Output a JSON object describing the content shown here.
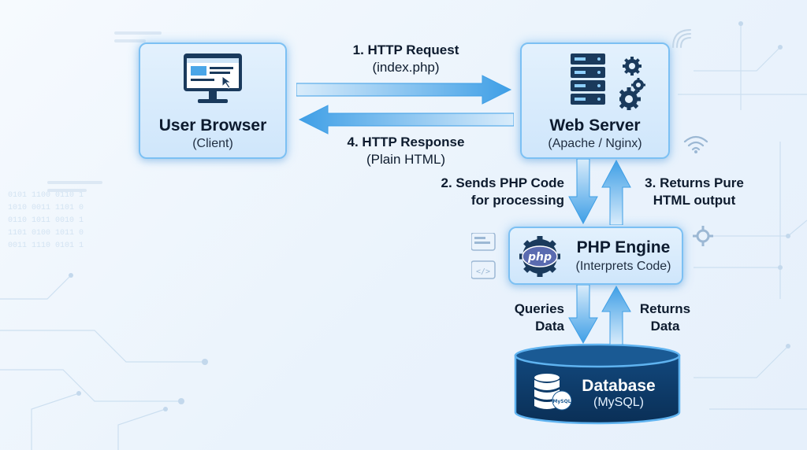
{
  "nodes": {
    "browser": {
      "title": "User Browser",
      "subtitle": "(Client)"
    },
    "server": {
      "title": "Web Server",
      "subtitle": "(Apache / Nginx)"
    },
    "php": {
      "title": "PHP Engine",
      "subtitle": "(Interprets Code)",
      "logo_text": "php"
    },
    "database": {
      "title": "Database",
      "subtitle": "(MySQL)",
      "logo_text": "MySQL"
    }
  },
  "edges": {
    "request": {
      "line1": "1. HTTP Request",
      "line2": "(index.php)"
    },
    "response": {
      "line1": "4. HTTP Response",
      "line2": "(Plain HTML)"
    },
    "sends_php": {
      "line1": "2. Sends PHP Code",
      "line2": "for processing"
    },
    "returns_html": {
      "line1": "3. Returns Pure",
      "line2": "HTML output"
    },
    "queries": {
      "line1": "Queries",
      "line2": "Data"
    },
    "returns_data": {
      "line1": "Returns",
      "line2": "Data"
    }
  },
  "colors": {
    "node_border": "#7cc0f3",
    "arrow_blue": "#4aa6e8",
    "database_fill": "#0e3a66",
    "text_dark": "#0d1b2e"
  },
  "icons": [
    "monitor-icon",
    "server-rack-icon",
    "gear-icon",
    "php-logo-icon",
    "database-stack-icon",
    "mysql-logo-icon",
    "wifi-icon",
    "code-icon"
  ]
}
